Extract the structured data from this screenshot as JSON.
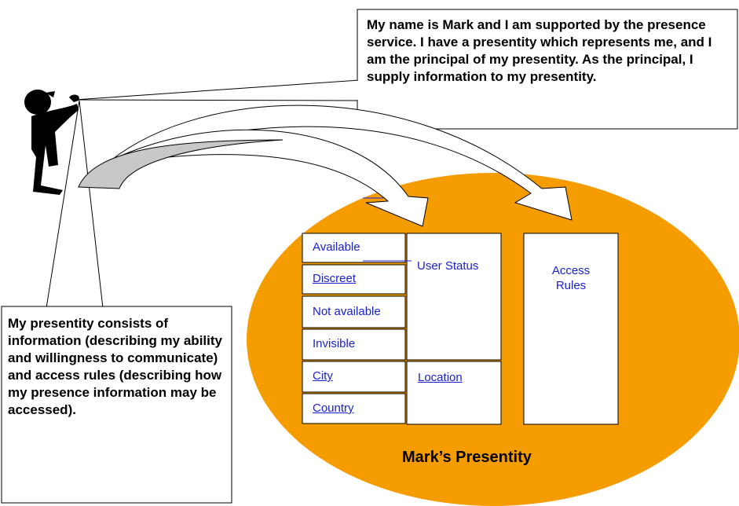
{
  "callouts": {
    "mark": "My name is Mark and I am supported by the presence service.  I have a presentity which represents me, and I am the principal of my presentity.  As the principal, I supply information to my presentity.",
    "presentity": "My presentity consists of information (describing my ability and willingness to communicate) and access rules (describing how my presence information may be accessed)."
  },
  "presentity": {
    "title": "Mark’s Presentity",
    "status_items": [
      "Available",
      "Discreet",
      "Not available",
      "Invisible"
    ],
    "location_items": [
      "City",
      "Country"
    ],
    "user_status_label": "User Status",
    "location_label": "Location",
    "access_rules_label": "Access\nRules"
  },
  "colors": {
    "ellipse_fill": "#f59c00",
    "arrow_fill": "#c8c8c8",
    "link_text": "#1a22d6"
  }
}
